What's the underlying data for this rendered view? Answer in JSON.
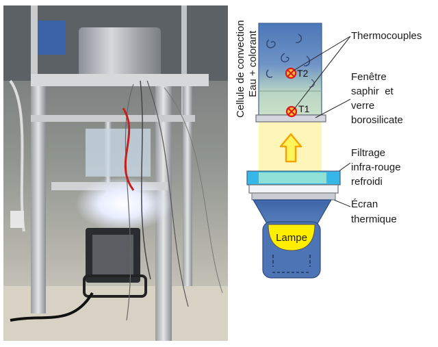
{
  "diagram": {
    "cell_label_line1": "Cellule de convection",
    "cell_label_line2": "Eau + colorant",
    "thermocouples_label": "Thermocouples",
    "t1_label": "T1",
    "t2_label": "T2",
    "window_label_line1": "Fenêtre",
    "window_label_line2": "saphir  et",
    "window_label_line3": "verre",
    "window_label_line4": "borosilicate",
    "filter_label_line1": "Filtrage",
    "filter_label_line2": "infra-rouge",
    "filter_label_line3": "refroidi",
    "shield_label_line1": "Écran",
    "shield_label_line2": "thermique",
    "lamp_label": "Lampe"
  },
  "colors": {
    "cell_blue": "#4b77b7",
    "cell_light": "#b9d6c3",
    "marker_red": "#e01818",
    "marker_fill": "#f6c03a",
    "arrow_orange": "#f5a300",
    "arrow_yellow": "#fff45a",
    "light_beam": "#fdf6b8",
    "filter_cyan": "#37b7e8",
    "filter_teal": "#8fe0d6",
    "lamp_yellow": "#ffee00",
    "housing_blue": "#4d74b4"
  }
}
